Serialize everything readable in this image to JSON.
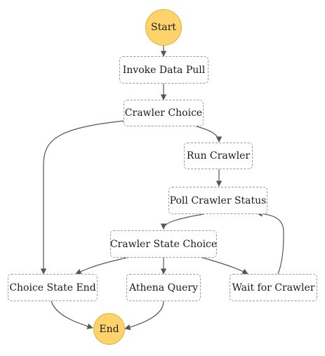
{
  "diagram": {
    "start_label": "Start",
    "end_label": "End",
    "states": {
      "invoke_data_pull": "Invoke Data Pull",
      "crawler_choice": "Crawler Choice",
      "run_crawler": "Run Crawler",
      "poll_crawler_status": "Poll Crawler Status",
      "crawler_state_choice": "Crawler State Choice",
      "choice_state_end": "Choice State End",
      "athena_query": "Athena Query",
      "wait_for_crawler": "Wait for Crawler"
    },
    "edges": [
      [
        "start",
        "invoke_data_pull"
      ],
      [
        "invoke_data_pull",
        "crawler_choice"
      ],
      [
        "crawler_choice",
        "run_crawler"
      ],
      [
        "crawler_choice",
        "choice_state_end"
      ],
      [
        "run_crawler",
        "poll_crawler_status"
      ],
      [
        "poll_crawler_status",
        "crawler_state_choice"
      ],
      [
        "crawler_state_choice",
        "choice_state_end"
      ],
      [
        "crawler_state_choice",
        "athena_query"
      ],
      [
        "crawler_state_choice",
        "wait_for_crawler"
      ],
      [
        "wait_for_crawler",
        "poll_crawler_status"
      ],
      [
        "choice_state_end",
        "end"
      ],
      [
        "athena_query",
        "end"
      ]
    ],
    "colors": {
      "terminal_fill": "#ffd36b",
      "terminal_border": "#e3ae3a",
      "box_border": "#9a9a9a",
      "edge": "#555555"
    }
  }
}
